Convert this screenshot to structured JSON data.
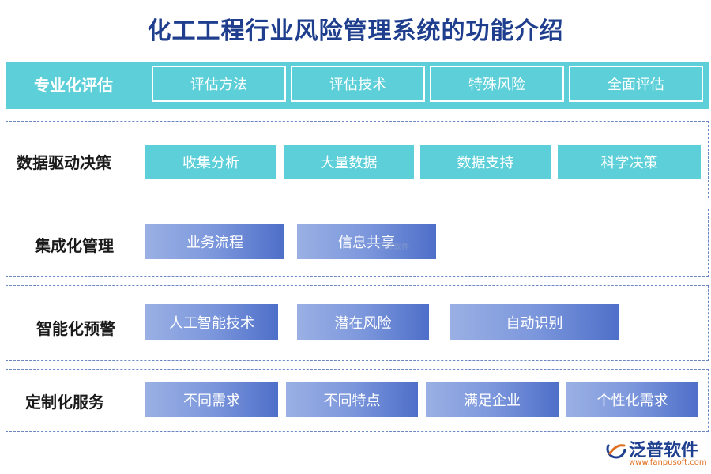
{
  "title": "化工工程行业风险管理系统的功能介绍",
  "rows": [
    {
      "label": "专业化评估",
      "items": [
        "评估方法",
        "评估技术",
        "特殊风险",
        "全面评估"
      ]
    },
    {
      "label": "数据驱动决策",
      "items": [
        "收集分析",
        "大量数据",
        "数据支持",
        "科学决策"
      ]
    },
    {
      "label": "集成化管理",
      "items": [
        "业务流程",
        "信息共享"
      ]
    },
    {
      "label": "智能化预警",
      "items": [
        "人工智能技术",
        "潜在风险",
        "自动识别"
      ]
    },
    {
      "label": "定制化服务",
      "items": [
        "不同需求",
        "不同特点",
        "满足企业",
        "个性化需求"
      ]
    }
  ],
  "watermark": "泛普软件",
  "logo": {
    "name": "泛普软件",
    "url": "www.fanpusoft.com"
  },
  "colors": {
    "title": "#1f3f8e",
    "teal": "#5ccfd8",
    "gradient_start": "#9ab0e4",
    "gradient_end": "#4e6fc9",
    "dashed_border": "#6a86c4"
  }
}
